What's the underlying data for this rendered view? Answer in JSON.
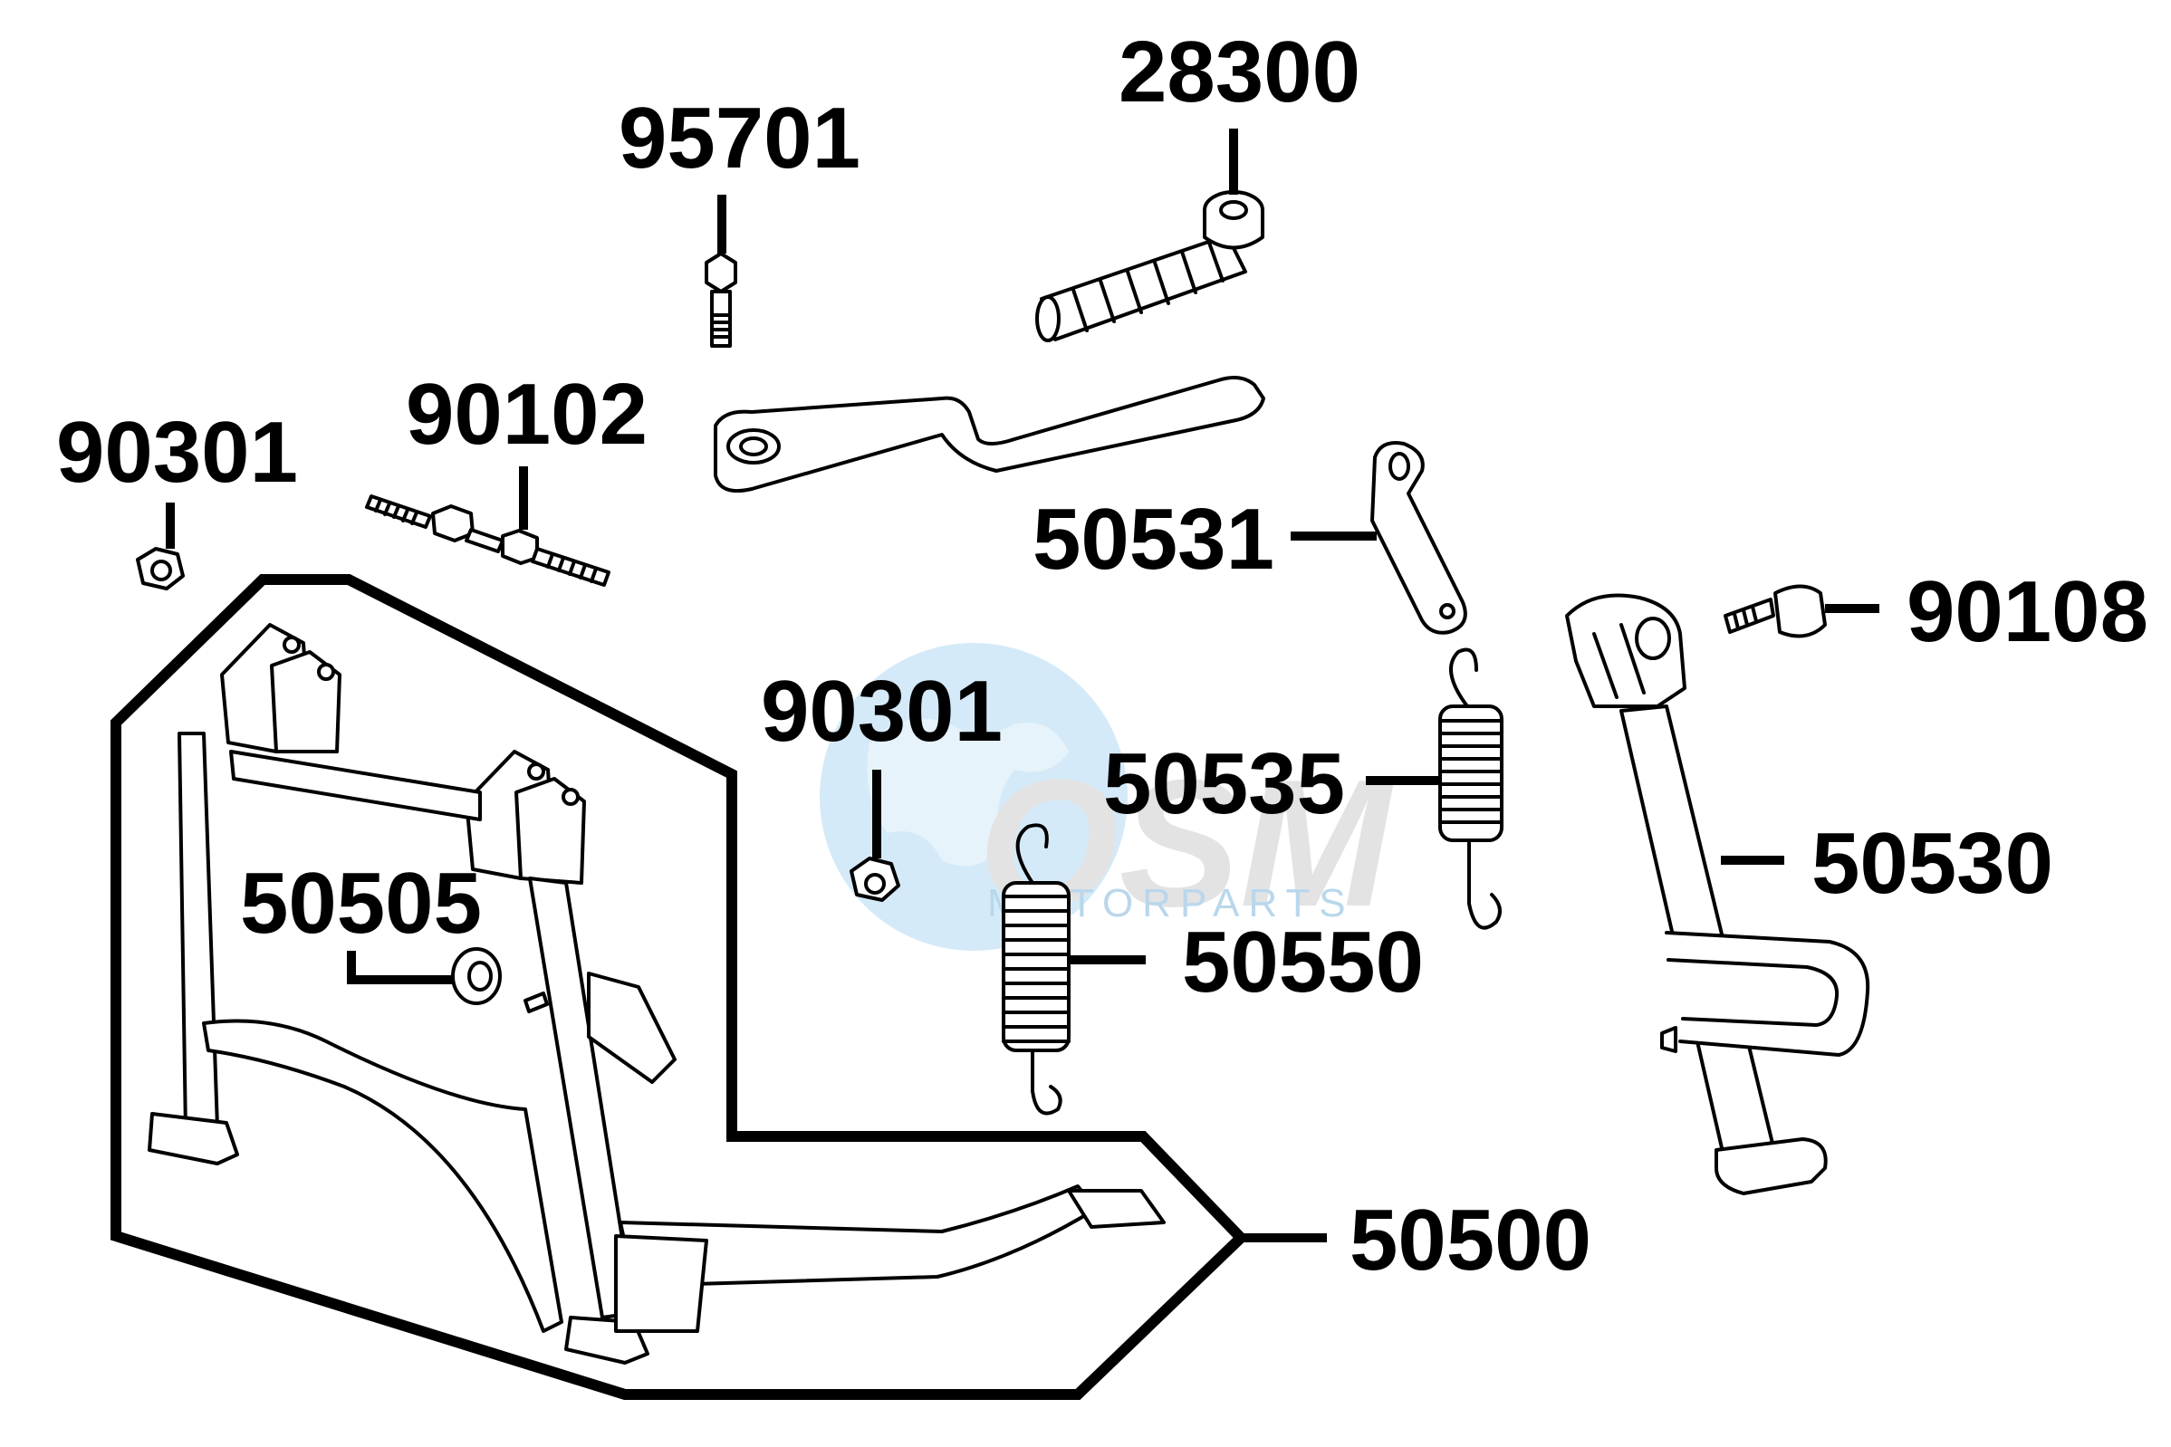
{
  "diagram": {
    "parts": [
      {
        "id": "p28300",
        "number": "28300",
        "name": "kick-starter-lever"
      },
      {
        "id": "p95701",
        "number": "95701",
        "name": "bolt"
      },
      {
        "id": "p90102",
        "number": "90102",
        "name": "stud-bolt"
      },
      {
        "id": "p90301a",
        "number": "90301",
        "name": "nut"
      },
      {
        "id": "p50531",
        "number": "50531",
        "name": "spring-plate"
      },
      {
        "id": "p90108",
        "number": "90108",
        "name": "bolt"
      },
      {
        "id": "p90301b",
        "number": "90301",
        "name": "nut"
      },
      {
        "id": "p50535",
        "number": "50535",
        "name": "spring"
      },
      {
        "id": "p50530",
        "number": "50530",
        "name": "side-stand"
      },
      {
        "id": "p50505",
        "number": "50505",
        "name": "bushing"
      },
      {
        "id": "p50550",
        "number": "50550",
        "name": "spring"
      },
      {
        "id": "p50500",
        "number": "50500",
        "name": "main-stand-assembly"
      }
    ],
    "watermark": {
      "logo_text": "OSM",
      "sub_text": "MOTORPARTS",
      "colors": {
        "globe": "#c6e3f5",
        "logo": "#e3e3e3",
        "sub": "#b9d7ec"
      }
    }
  }
}
